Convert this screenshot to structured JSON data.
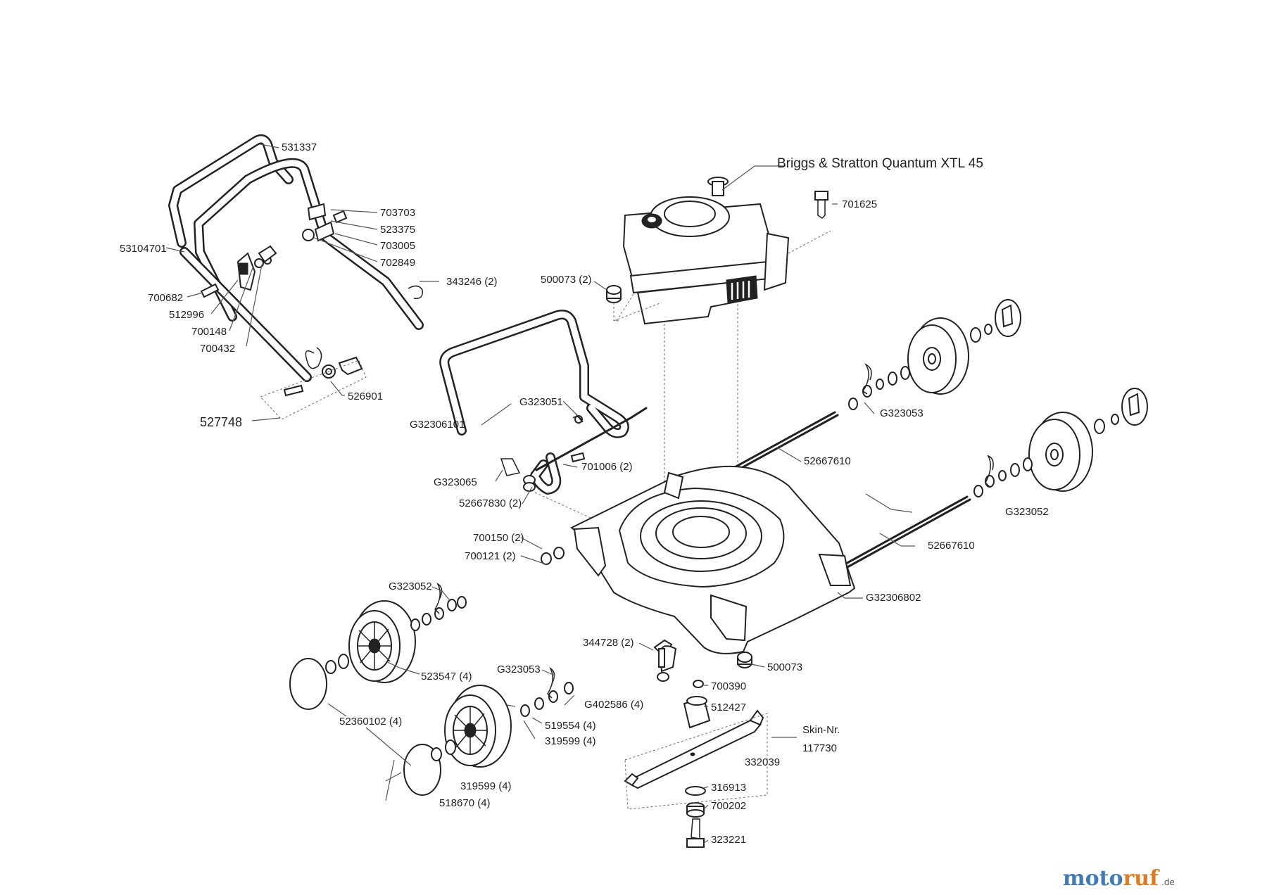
{
  "engine": {
    "label": "Briggs & Stratton Quantum XTL 45"
  },
  "skin": {
    "label_line1": "Skin-Nr.",
    "label_line2": "117730"
  },
  "brand": {
    "part1": "motoruf",
    "part2": ".de",
    "color_moto": "#3f7ab8",
    "color_ruf": "#e07a1f"
  },
  "parts": {
    "p531337": "531337",
    "p703703": "703703",
    "p523375": "523375",
    "p703005": "703005",
    "p702849": "702849",
    "p53104701": "53104701",
    "p343246": "343246 (2)",
    "p700682": "700682",
    "p512996": "512996",
    "p700148": "700148",
    "p700432": "700432",
    "p526901": "526901",
    "p527748": "527748",
    "p701625": "701625",
    "p500073a": "500073 (2)",
    "pG323051": "G323051",
    "pG32306101": "G32306101",
    "p701006": "701006 (2)",
    "pG323065": "G323065",
    "p52667830": "52667830 (2)",
    "pG323053a": "G323053",
    "p52667610a": "52667610",
    "pG323052a": "G323052",
    "p52667610b": "52667610",
    "pG32306802": "G32306802",
    "p700150": "700150 (2)",
    "p700121": "700121 (2)",
    "pG323052b": "G323052",
    "p344728": "344728 (2)",
    "p500073b": "500073",
    "p523547": "523547 (4)",
    "pG323053b": "G323053",
    "p700390": "700390",
    "p512427": "512427",
    "pG402586": "G402586 (4)",
    "p519554": "519554 (4)",
    "p319599a": "319599 (4)",
    "p52360102": "52360102 (4)",
    "p332039": "332039",
    "p316913": "316913",
    "p700202": "700202",
    "p319599b": "319599 (4)",
    "p518670": "518670 (4)",
    "p323221": "323221"
  }
}
